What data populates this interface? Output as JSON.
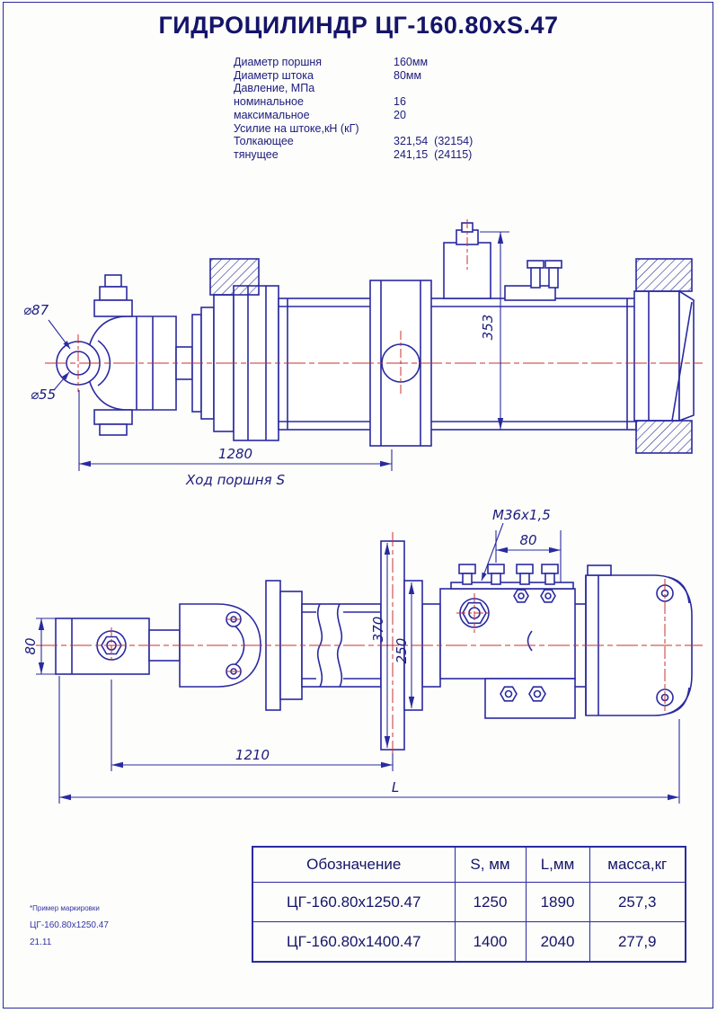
{
  "sheet": {
    "title": "ГИДРОЦИЛИНДР  ЦГ-160.80хS.47",
    "footnote": {
      "note": "*Пример маркировки",
      "example": "ЦГ-160.80х1250.47",
      "date": "21.11"
    }
  },
  "specs": {
    "rows": [
      {
        "label": "Диаметр поршня",
        "value": "160мм"
      },
      {
        "label": "Диаметр штока",
        "value": "80мм"
      },
      {
        "label": "Давление, МПа",
        "value": ""
      },
      {
        "label": "номинальное",
        "value": "16"
      },
      {
        "label": "максимальное",
        "value": "20"
      },
      {
        "label": "Усилие на штоке,кН (кГ)",
        "value": ""
      },
      {
        "label": "Толкающее",
        "value": "321,54  (32154)"
      },
      {
        "label": "тянущее",
        "value": "241,15  (24115)"
      }
    ]
  },
  "drawing_top": {
    "labels": {
      "eye_od": "⌀87",
      "eye_id": "⌀55",
      "stroke": "1280",
      "stroke_caption": "Ход поршня S",
      "height": "353"
    }
  },
  "drawing_bottom": {
    "labels": {
      "pin_width": "80",
      "thread": "M36х1,5",
      "port_spacing": "80",
      "flange_height": "370",
      "collar": "250",
      "mount_distance": "1210",
      "total": "L"
    }
  },
  "table": {
    "headers": [
      "Обозначение",
      "S, мм",
      "L,мм",
      "масса,кг"
    ],
    "rows": [
      [
        "ЦГ-160.80х1250.47",
        "1250",
        "1890",
        "257,3"
      ],
      [
        "ЦГ-160.80х1400.47",
        "1400",
        "2040",
        "277,9"
      ]
    ]
  },
  "colors": {
    "ink": "#2a2aa0",
    "centerline_red": "#c93030"
  }
}
